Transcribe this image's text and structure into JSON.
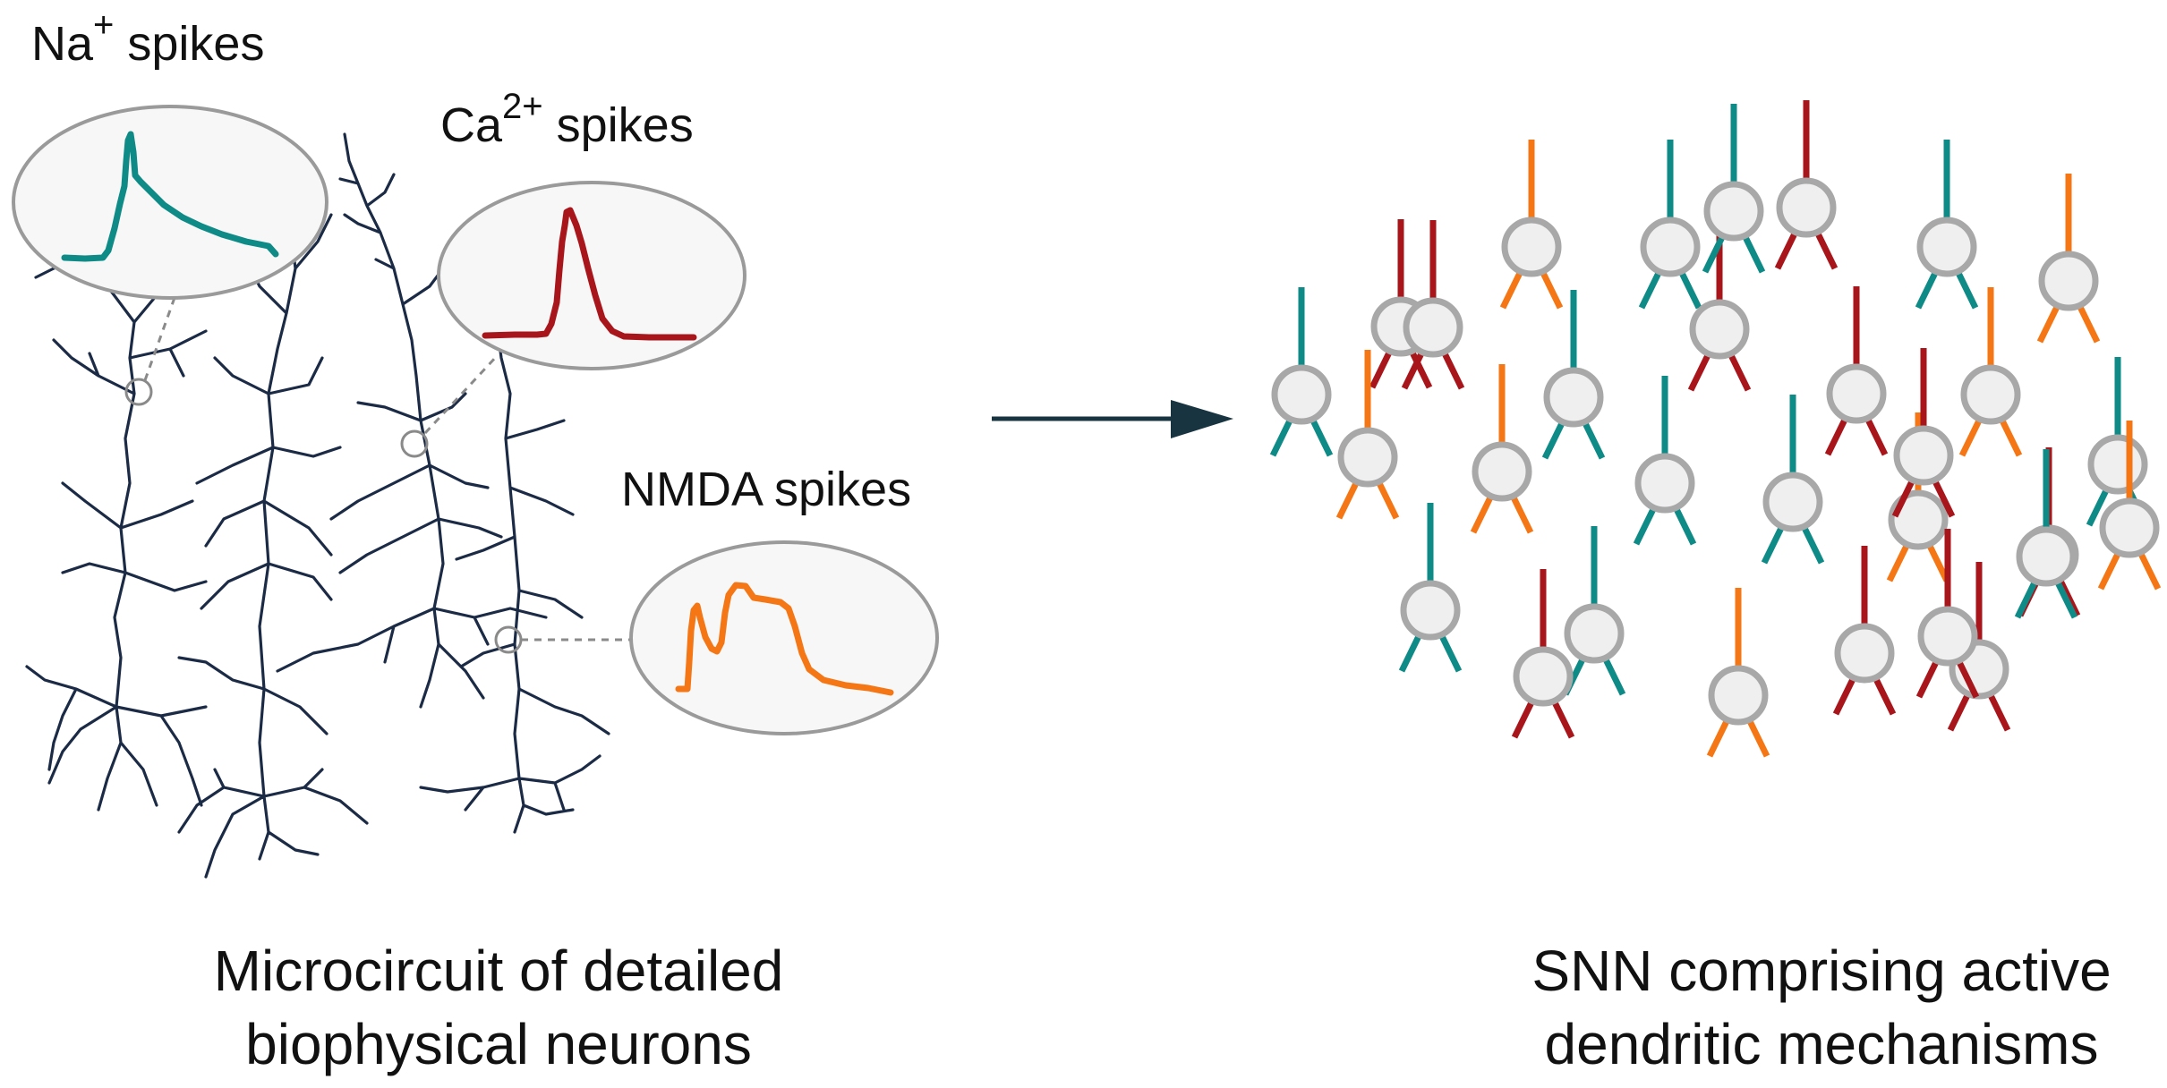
{
  "colors": {
    "na": "#0e8a87",
    "ca": "#a8161b",
    "nmda": "#f57614",
    "morphology": "#1b2a45",
    "arrow": "#173440",
    "outline": "#9a9a9a"
  },
  "spikes": {
    "na": {
      "base": "Na",
      "sup": "+",
      "word": " spikes"
    },
    "ca": {
      "base": "Ca",
      "sup": "2+",
      "word": " spikes"
    },
    "nmda": {
      "label": "NMDA spikes"
    }
  },
  "captions": {
    "left": [
      "Microcircuit of detailed",
      "biophysical neurons"
    ],
    "right": [
      "SNN comprising active",
      "dendritic mechanisms"
    ]
  },
  "snn_neurons": [
    "ca",
    "nmda",
    "na",
    "ca",
    "na",
    "nmda",
    "ca",
    "na",
    "ca",
    "ca",
    "nmda",
    "na",
    "nmda",
    "nmda",
    "na",
    "na",
    "nmda",
    "ca",
    "na",
    "na",
    "nmda",
    "ca",
    "ca",
    "ca",
    "na",
    "ca",
    "nmda",
    "na",
    "ca",
    "na"
  ]
}
